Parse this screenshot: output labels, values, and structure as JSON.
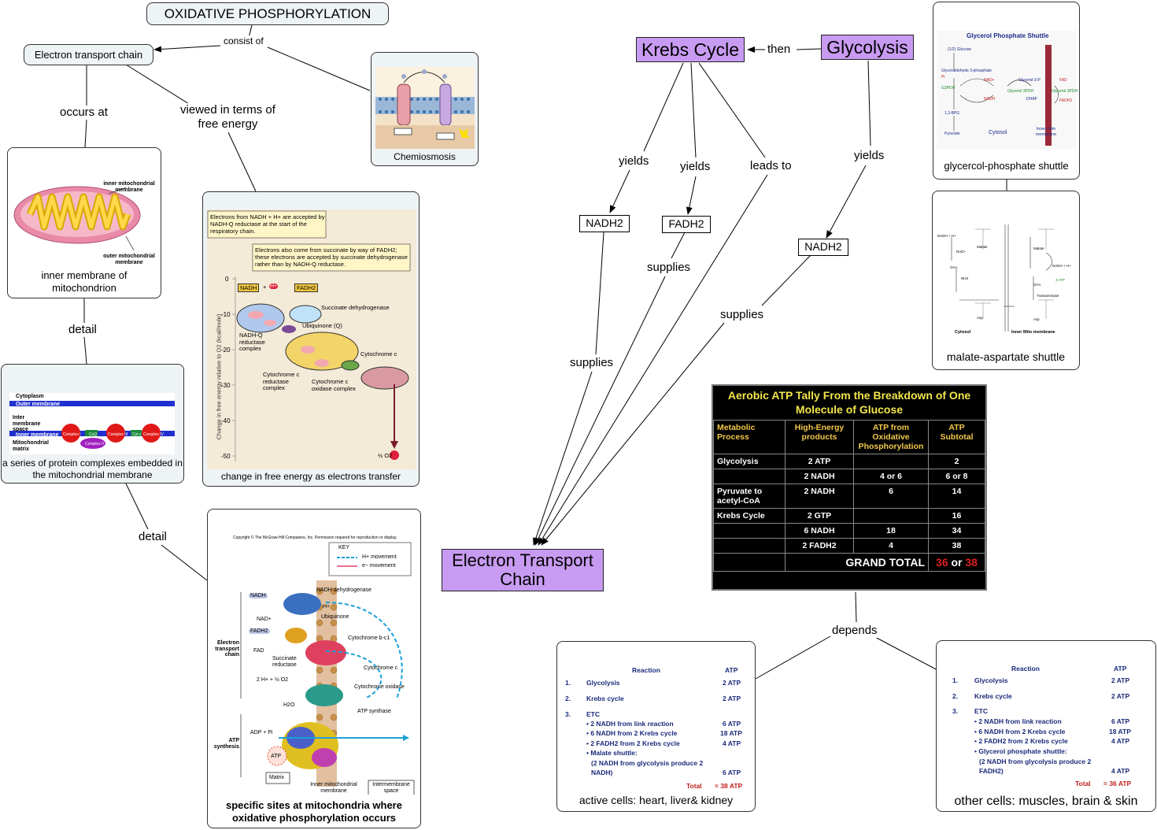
{
  "nodes": {
    "oxidative": "OXIDATIVE PHOSPHORYLATION",
    "etc_small": "Electron transport chain",
    "krebs": "Krebs Cycle",
    "glycolysis": "Glycolysis",
    "etc_big": "Electron Transport Chain",
    "nadh2_left": "NADH2",
    "fadh2": "FADH2",
    "nadh2_right": "NADH2"
  },
  "links": {
    "consist_of": "consist of",
    "occurs_at": "occurs at",
    "viewed": "viewed in terms of free energy",
    "detail1": "detail",
    "detail2": "detail",
    "then": "then",
    "yields1": "yields",
    "yields2": "yields",
    "leads_to": "leads to",
    "yields3": "yields",
    "supplies1": "supplies",
    "supplies2": "supplies",
    "supplies3": "supplies",
    "depends": "depends"
  },
  "captions": {
    "chemiosmosis": "Chemiosmosis",
    "inner_membrane": "inner membrane of mitochondrion",
    "series": "a series of protein complexes embedded in the mitochondrial membrane",
    "free_energy": "change in free energy as electrons transfer",
    "specific_sites": "specific sites at mitochondria where oxidative phosphorylation occurs",
    "glycerol": "glycercol-phosphate shuttle",
    "malate": "malate-aspartate shuttle",
    "active_cells": "active cells: heart, liver& kidney",
    "other_cells": "other cells: muscles, brain & skin"
  },
  "mito_labels": {
    "inner": "inner mitochondrial membrane",
    "outer": "outer mitochondrial membrane"
  },
  "series_labels": {
    "cytoplasm": "Cytoplasm",
    "outer": "Outer membrane",
    "inter": "Inter membrane space",
    "inner": "Inner membrane",
    "matrix": "Mitochondrial matrix",
    "c1": "Complex I",
    "coq": "CoQ",
    "c3": "Complex III",
    "cytc": "Cyt c",
    "c4": "Complex IV",
    "c2": "Complex II"
  },
  "energy": {
    "box1": "Electrons from NADH + H+ are accepted by NADH-Q reductase at the start of the respiratory chain.",
    "box2": "Electrons also come from succinate by way of FADH2; these electrons are accepted by succinate dehydrogenase rather than by NADH-Q reductase.",
    "ylabel": "Change in free energy relative to O2 (kcal/mole)",
    "ticks": [
      "0",
      "-10",
      "-20",
      "-30",
      "-40",
      "-50"
    ],
    "nadh": "NADH",
    "plus": "+",
    "hplus": "H+",
    "fadh2": "FADH2",
    "succ": "Succinate dehydrogenase",
    "ubiq": "Ubiquinone (Q)",
    "nadhq": "NADH-Q reductase complex",
    "cytc": "Cytochrome c",
    "cytcred": "Cytochrome c reductase complex",
    "cytox": "Cytochrome c oxidase complex",
    "o2": "½ O2"
  },
  "sites": {
    "copyright": "Copyright © The McGraw-Hill Companies, Inc. Permission required for reproduction or display.",
    "key": "KEY",
    "hmove": "H+ movement",
    "emove": "e− movement",
    "nadh": "NADH",
    "nadh_dh": "NADH dehydrogenase",
    "hplus": "H+",
    "nadplus": "NAD+",
    "ubiq": "Ubiquinone",
    "fadh2": "FADH2",
    "fad": "FAD",
    "succred": "Succinate reductase",
    "cytbc1": "Cytochrome b-c1",
    "cytc": "Cytochrome c",
    "twoh": "2 H+ + ½ O2",
    "cytox": "Cytochrome oxidase",
    "h2o": "H2O",
    "atpsyn": "ATP synthase",
    "adp": "ADP + Pi",
    "atp": "ATP",
    "etc": "Electron transport chain",
    "atpsynth": "ATP synthesis",
    "matrix": "Matrix",
    "innermem": "Inner mitochondrial membrane",
    "intermem": "Intermembrane space"
  },
  "glycerol_img": {
    "title": "Glycerol Phosphate Shuttle",
    "glucose": "(1/2) Glucose",
    "g3p": "Glyceraldehyde 3-phosphate",
    "pi": "Pi",
    "g3pdh": "G3PDH",
    "nadplus": "NAD+",
    "nadh": "NADH",
    "bpg": "1,3-BPG",
    "pyruvate": "Pyruvate",
    "glycerol3p": "Glycerol-3-P",
    "glycerol3pdh": "Glycerol 3PDH",
    "dhap": "DHAP",
    "cytosol": "Cytosol",
    "innermito": "Inner mito membrane",
    "fad": "FAD",
    "glycerol3pdh2": "Glycerol 3PDH",
    "fadh2": "FADH2"
  },
  "malate_img": {
    "nadh_h": "NADH + H+",
    "nadplus": "NAD+",
    "malate1": "Malate",
    "malate2": "Malate",
    "oaa1": "OAA",
    "oaa2": "OAA",
    "nh3": "NH3",
    "nadh_h2": "NADH + H+",
    "three_atp": "3 ATP",
    "transaminase": "Transaminase",
    "asp1": "Asp",
    "asp2": "Asp",
    "cytosol": "Cytosol",
    "innermito": "Inner Mito membrane"
  },
  "tally": {
    "title": "Aerobic ATP Tally From the Breakdown of One Molecule of Glucose",
    "headers": [
      "Metabolic Process",
      "High-Energy products",
      "ATP from Oxidative Phosphorylation",
      "ATP Subtotal"
    ],
    "rows": [
      [
        "Glycolysis",
        "2 ATP",
        "",
        "2"
      ],
      [
        "",
        "2 NADH",
        "4 or 6",
        "6 or 8"
      ],
      [
        "Pyruvate to acetyl-CoA",
        "2 NADH",
        "6",
        "14"
      ],
      [
        "Krebs Cycle",
        "2 GTP",
        "",
        "16"
      ],
      [
        "",
        "6 NADH",
        "18",
        "34"
      ],
      [
        "",
        "2 FADH2",
        "4",
        "38"
      ]
    ],
    "grand_label": "GRAND TOTAL",
    "grand_a": "36",
    "grand_or": "or",
    "grand_b": "38"
  },
  "reaction_active": {
    "h_reaction": "Reaction",
    "h_atp": "ATP",
    "n1": "1.",
    "r1": "Glycolysis",
    "a1": "2 ATP",
    "n2": "2.",
    "r2": "Krebs cycle",
    "a2": "2 ATP",
    "n3": "3.",
    "r3": "ETC",
    "s1": "• 2 NADH from link reaction",
    "sa1": "6 ATP",
    "s2": "• 6 NADH from 2 Krebs cycle",
    "sa2": "18 ATP",
    "s3": "• 2 FADH2 from 2 Krebs cycle",
    "sa3": "4 ATP",
    "s4": "• Malate shuttle:",
    "s5": "(2 NADH from glycolysis produce 2",
    "s6": "NADH)",
    "sa6": "6 ATP",
    "total": "Total",
    "total_val": "= 38 ATP"
  },
  "reaction_other": {
    "h_reaction": "Reaction",
    "h_atp": "ATP",
    "n1": "1.",
    "r1": "Glycolysis",
    "a1": "2 ATP",
    "n2": "2.",
    "r2": "Krebs cycle",
    "a2": "2 ATP",
    "n3": "3.",
    "r3": "ETC",
    "s1": "• 2 NADH from link reaction",
    "sa1": "6 ATP",
    "s2": "• 6 NADH from 2 Krebs cycle",
    "sa2": "18 ATP",
    "s3": "• 2 FADH2 from 2 Krebs cycle",
    "sa3": "4 ATP",
    "s4": "• Glycerol phosphate shuttle:",
    "s5": "(2 NADH from glycolysis produce 2",
    "s6": "FADH2)",
    "sa6": "4 ATP",
    "total": "Total",
    "total_val": "= 36 ATP"
  },
  "colors": {
    "purple": "#c89bf2",
    "tinted": "#eef3f6",
    "tally_title": "#f2e64a",
    "tally_header": "#f2c84a",
    "red": "#e02020"
  }
}
